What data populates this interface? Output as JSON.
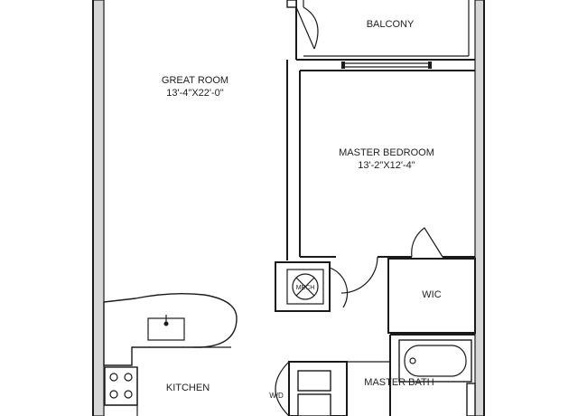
{
  "floor_plan": {
    "rooms": {
      "balcony": {
        "label": "BALCONY"
      },
      "great_room": {
        "label": "GREAT ROOM",
        "dimensions": "13'-4\"X22'-0\""
      },
      "master_bedroom": {
        "label": "MASTER BEDROOM",
        "dimensions": "13'-2\"X12'-4\""
      },
      "wic": {
        "label": "WIC"
      },
      "kitchen": {
        "label": "KITCHEN"
      },
      "master_bath": {
        "label": "MASTER BATH"
      }
    },
    "fixtures": {
      "mech": {
        "label": "MECH"
      },
      "washer_dryer": {
        "label": "W/D"
      }
    }
  }
}
